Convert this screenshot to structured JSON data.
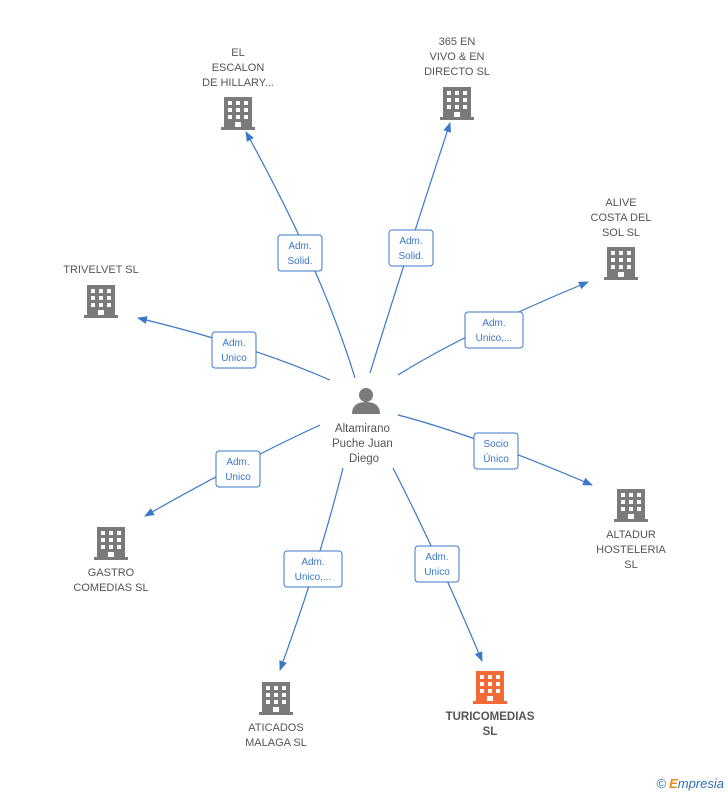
{
  "center": {
    "label_lines": [
      "Altamirano",
      "Puche Juan",
      "Diego"
    ]
  },
  "companies": [
    {
      "id": "escalon",
      "label_lines": [
        "EL",
        "ESCALON",
        "DE HILLARY..."
      ],
      "highlight": false,
      "edge_label": [
        "Adm.",
        "Solid."
      ]
    },
    {
      "id": "365",
      "label_lines": [
        "365 EN",
        "VIVO & EN",
        "DIRECTO  SL"
      ],
      "highlight": false,
      "edge_label": [
        "Adm.",
        "Solid."
      ]
    },
    {
      "id": "alive",
      "label_lines": [
        "ALIVE",
        "COSTA DEL",
        "SOL  SL"
      ],
      "highlight": false,
      "edge_label": [
        "Adm.",
        "Unico,..."
      ]
    },
    {
      "id": "trivelvet",
      "label_lines": [
        "TRIVELVET SL"
      ],
      "highlight": false,
      "edge_label": [
        "Adm.",
        "Unico"
      ]
    },
    {
      "id": "altadur",
      "label_lines": [
        "ALTADUR",
        "HOSTELERIA",
        "SL"
      ],
      "highlight": false,
      "edge_label": [
        "Socio",
        "Único"
      ]
    },
    {
      "id": "gastro",
      "label_lines": [
        "GASTRO",
        "COMEDIAS  SL"
      ],
      "highlight": false,
      "edge_label": [
        "Adm.",
        "Unico"
      ]
    },
    {
      "id": "aticados",
      "label_lines": [
        "ATICADOS",
        "MALAGA  SL"
      ],
      "highlight": false,
      "edge_label": [
        "Adm.",
        "Unico,..."
      ]
    },
    {
      "id": "turicomedias",
      "label_lines": [
        "TURICOMEDIAS",
        "SL"
      ],
      "highlight": true,
      "edge_label": [
        "Adm.",
        "Unico"
      ]
    }
  ],
  "colors": {
    "edge": "#3a78c8",
    "building": "#7a7a7a",
    "building_highlight": "#f26a35",
    "person": "#7a7a7a"
  },
  "footer": {
    "copyright": "©",
    "brand_first": "E",
    "brand_rest": "mpresia"
  }
}
